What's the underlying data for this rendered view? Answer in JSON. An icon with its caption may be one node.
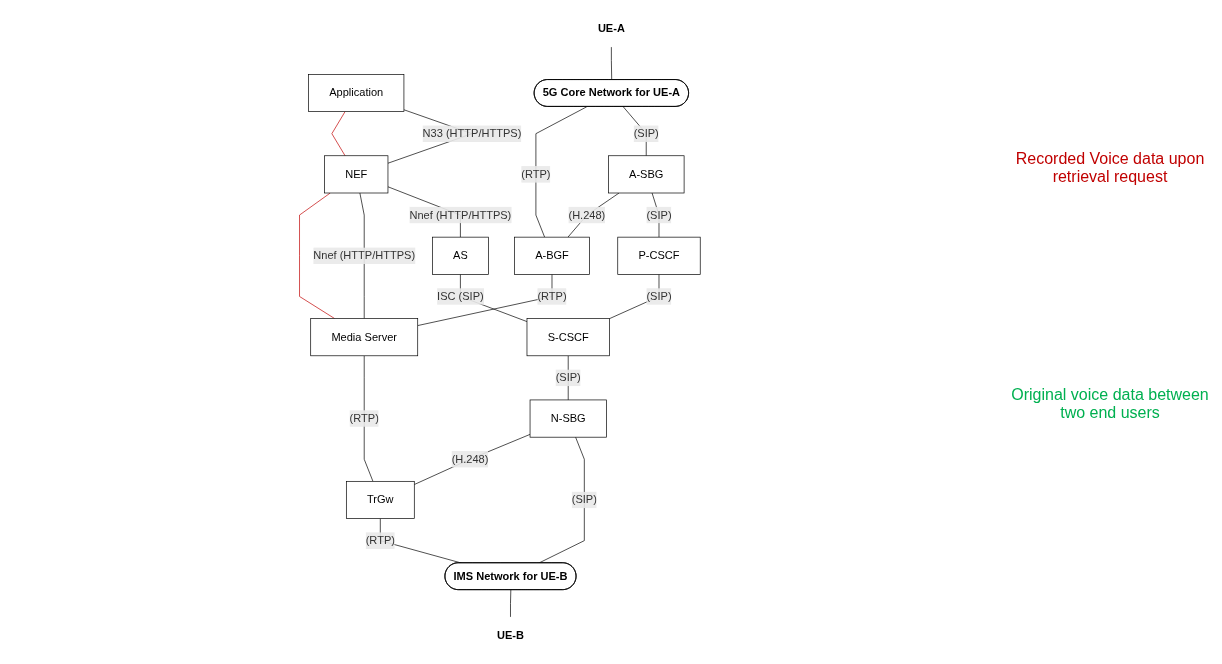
{
  "diagram": {
    "nodes": [
      {
        "text": [
          "Application"
        ]
      },
      {
        "text": [
          "NEF"
        ]
      },
      {
        "text": [
          "AS"
        ]
      },
      {
        "text": [
          "UE-A"
        ]
      },
      {
        "text": [
          "5G Core Network for UE-A"
        ]
      },
      {
        "text": [
          "A-SBG"
        ]
      },
      {
        "text": [
          "P-CSCF"
        ]
      },
      {
        "text": [
          "S-CSCF"
        ]
      },
      {
        "text": [
          "N-SBG"
        ]
      },
      {
        "text": [
          "IMS Network for UE-B"
        ]
      },
      {
        "text": [
          "UE-B"
        ]
      },
      {
        "text": [
          "A-BGF"
        ]
      },
      {
        "text": [
          "Media Server"
        ]
      },
      {
        "text": [
          "TrGw"
        ]
      }
    ],
    "edges": [
      {
        "from": 0,
        "to": 1,
        "arrow": "none",
        "label": "N33 (HTTP/HTTPS)"
      },
      {
        "from": 0,
        "to": 1,
        "arrow": "none",
        "color": "#c00000"
      },
      {
        "from": 1,
        "to": 2,
        "arrow": "none",
        "label": "Nnef (HTTP/HTTPS)"
      },
      {
        "from": 1,
        "to": 12,
        "arrow": "none",
        "label": "Nnef (HTTP/HTTPS)"
      },
      {
        "from": 1,
        "to": 12,
        "arrow": "none",
        "color": "#c00000"
      },
      {
        "from": 2,
        "to": 7,
        "arrow": "none",
        "label": "ISC (SIP)"
      },
      {
        "from": 3,
        "to": 4,
        "arrow": "none"
      },
      {
        "from": 4,
        "to": 5,
        "arrow": "none",
        "label": "(SIP)"
      },
      {
        "from": 5,
        "to": 6,
        "arrow": "none",
        "label": "(SIP)"
      },
      {
        "from": 6,
        "to": 7,
        "arrow": "none",
        "label": "(SIP)"
      },
      {
        "from": 7,
        "to": 8,
        "arrow": "none",
        "label": "(SIP)"
      },
      {
        "from": 8,
        "to": 9,
        "arrow": "none",
        "label": "(SIP)"
      },
      {
        "from": 9,
        "to": 10,
        "arrow": "none"
      },
      {
        "from": 5,
        "to": 11,
        "arrow": "none",
        "label": "(H.248)"
      },
      {
        "from": 8,
        "to": 13,
        "arrow": "none",
        "label": "(H.248)"
      },
      {
        "from": 4,
        "to": 11,
        "arrow": "none",
        "label": "(RTP)"
      },
      {
        "from": 11,
        "to": 12,
        "arrow": "none",
        "label": "(RTP)"
      },
      {
        "from": 12,
        "to": 13,
        "arrow": "none",
        "label": "(RTP)"
      },
      {
        "from": 13,
        "to": 9,
        "arrow": "none",
        "label": "(RTP)"
      }
    ],
    "labels": [
      "Recorded Voice data upon retrieval request",
      "Original voice data between two end users"
    ]
  }
}
